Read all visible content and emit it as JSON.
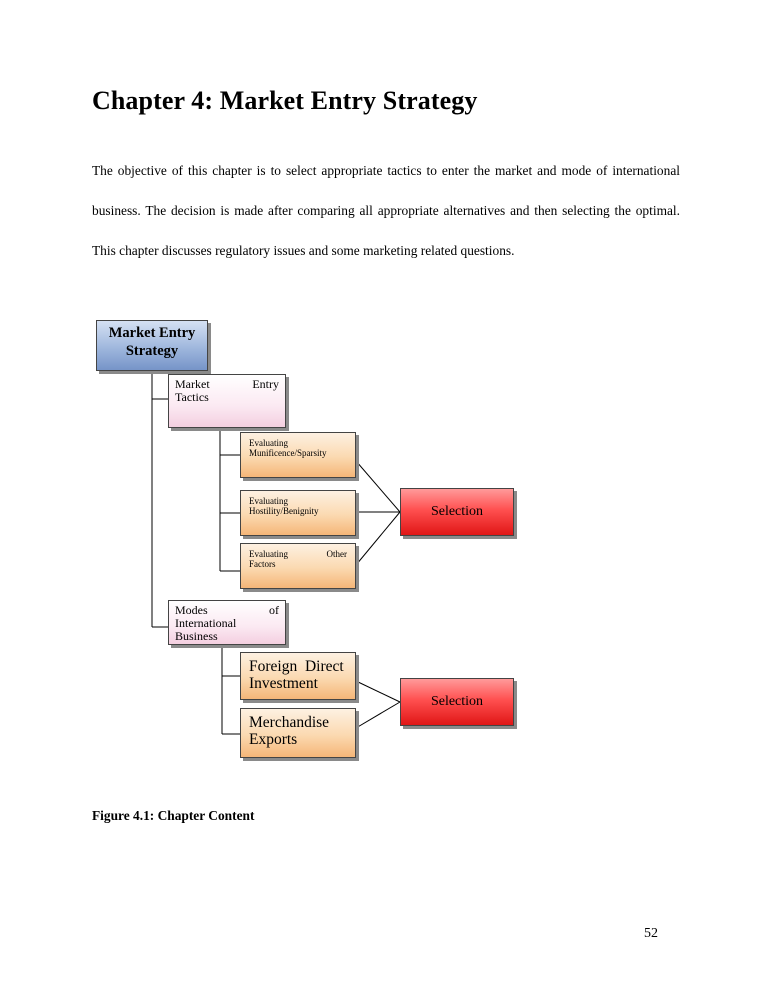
{
  "chapter": {
    "title": "Chapter 4: Market Entry Strategy",
    "intro": "The objective of this chapter is to select appropriate tactics to enter the market and mode of international business. The decision is made after comparing all appropriate alternatives and then selecting the optimal. This chapter discusses regulatory issues and some marketing related questions."
  },
  "diagram": {
    "root": {
      "line1": "Market Entry",
      "line2": "Strategy"
    },
    "branch_tactics": {
      "word1": "Market",
      "word2": "Entry",
      "word3": "Tactics"
    },
    "leaf_munificence": {
      "line1": "Evaluating",
      "line2": "Munificence/Sparsity"
    },
    "leaf_hostility": {
      "line1": "Evaluating",
      "line2": "Hostility/Benignity"
    },
    "leaf_other": {
      "word1": "Evaluating",
      "word2": "Other",
      "word3": "Factors"
    },
    "selection_top": "Selection",
    "branch_modes": {
      "word1": "Modes",
      "word2": "of",
      "word3": "International",
      "word4": "Business"
    },
    "leaf_fdi": {
      "line1": "Foreign  Direct",
      "line2": "Investment"
    },
    "leaf_exports": {
      "line1": "Merchandise",
      "line2": "Exports"
    },
    "selection_bottom": "Selection"
  },
  "figure": {
    "caption": "Figure 4.1: Chapter Content"
  },
  "page": {
    "number": "52"
  }
}
